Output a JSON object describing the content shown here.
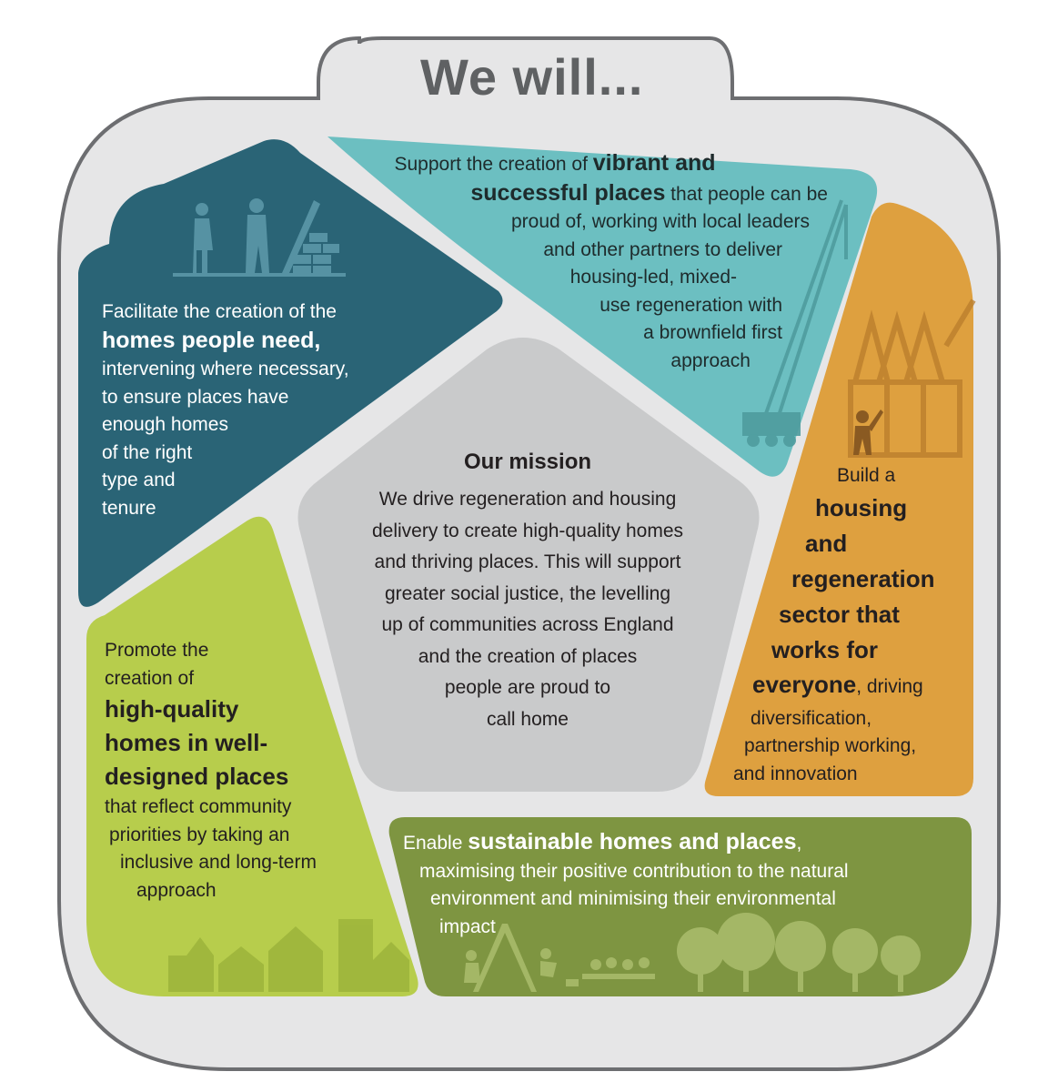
{
  "title": "We will...",
  "mission": {
    "heading": "Our mission",
    "lines": [
      "We drive regeneration and housing",
      "delivery to create high-quality homes",
      "and thriving places. This will support",
      "greater social justice, the levelling",
      "up of communities across England",
      "and the creation of places",
      "people are proud to",
      "call home"
    ]
  },
  "segments": {
    "homes": {
      "line1": "Facilitate the creation of the",
      "bold": "homes people need",
      "bold_suffix": ",",
      "rest": [
        "intervening where necessary,",
        "to ensure places have",
        "enough homes",
        "of the right",
        "type and",
        "tenure"
      ]
    },
    "vibrant": {
      "line1_pre": "Support the creation of ",
      "line1_bold": "vibrant and",
      "line2_bold": "successful places",
      "line2_rest": " that people can be",
      "rest": [
        "proud of, working with local leaders",
        "and other partners to deliver",
        "housing-led, mixed-",
        "use regeneration with",
        "a brownfield first",
        "approach"
      ]
    },
    "sector": {
      "line1": "Build a",
      "bold": [
        "housing",
        "and",
        "regeneration",
        "sector that",
        "works for"
      ],
      "last_bold": "everyone",
      "last_rest": ", driving",
      "rest": [
        "diversification,",
        "partnership working,",
        "and innovation"
      ]
    },
    "quality": {
      "intro": [
        "Promote the",
        "creation of"
      ],
      "bold": [
        "high-quality",
        "homes in well-",
        "designed places"
      ],
      "rest": [
        "that reflect community",
        "priorities by taking an",
        "inclusive and long-term",
        "approach"
      ]
    },
    "sustainable": {
      "pre": "Enable ",
      "bold": "sustainable homes and places",
      "suffix": ",",
      "rest": [
        "maximising their positive contribution to the natural",
        "environment and minimising their environmental",
        "impact"
      ]
    }
  },
  "colors": {
    "frame": "#e6e6e7",
    "frame_border": "#6d6e71",
    "homes": "#2a6476",
    "vibrant": "#6cbfc1",
    "sector": "#dea03f",
    "quality": "#b7cd4c",
    "sustainable": "#7e9541",
    "mission": "#c9cacb"
  }
}
